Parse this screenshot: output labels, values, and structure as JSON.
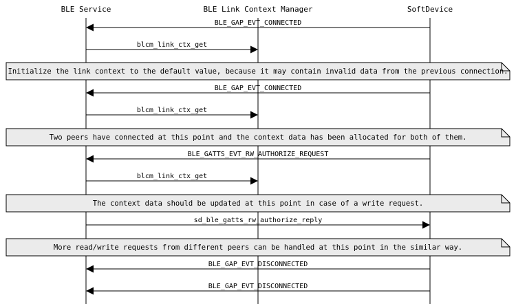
{
  "participants": [
    {
      "id": "ble",
      "label": "BLE Service"
    },
    {
      "id": "lcm",
      "label": "BLE Link Context Manager"
    },
    {
      "id": "sd",
      "label": "SoftDevice"
    }
  ],
  "sequence": [
    {
      "kind": "message",
      "from": "sd",
      "to": "ble",
      "label": "BLE_GAP_EVT_CONNECTED"
    },
    {
      "kind": "message",
      "from": "ble",
      "to": "lcm",
      "label": "blcm_link_ctx_get"
    },
    {
      "kind": "note",
      "text": "Initialize the link context to the default value, because it may contain invalid data from the previous connection."
    },
    {
      "kind": "message",
      "from": "sd",
      "to": "ble",
      "label": "BLE_GAP_EVT_CONNECTED"
    },
    {
      "kind": "message",
      "from": "ble",
      "to": "lcm",
      "label": "blcm_link_ctx_get"
    },
    {
      "kind": "note",
      "text": "Two peers have connected at this point and the context data has been allocated for both of them."
    },
    {
      "kind": "message",
      "from": "sd",
      "to": "ble",
      "label": "BLE_GATTS_EVT_RW_AUTHORIZE_REQUEST"
    },
    {
      "kind": "message",
      "from": "ble",
      "to": "lcm",
      "label": "blcm_link_ctx_get"
    },
    {
      "kind": "note",
      "text": "The context data should be updated at this point in case of a write request."
    },
    {
      "kind": "message",
      "from": "ble",
      "to": "sd",
      "label": "sd_ble_gatts_rw_authorize_reply"
    },
    {
      "kind": "note",
      "text": "More read/write requests from different peers can be handled at this point in the similar way."
    },
    {
      "kind": "message",
      "from": "sd",
      "to": "ble",
      "label": "BLE_GAP_EVT_DISCONNECTED"
    },
    {
      "kind": "message",
      "from": "sd",
      "to": "ble",
      "label": "BLE_GAP_EVT_DISCONNECTED"
    }
  ],
  "colors": {
    "line": "#000000",
    "note_fill": "#ebebeb",
    "note_border": "#000000",
    "background": "#ffffff"
  }
}
